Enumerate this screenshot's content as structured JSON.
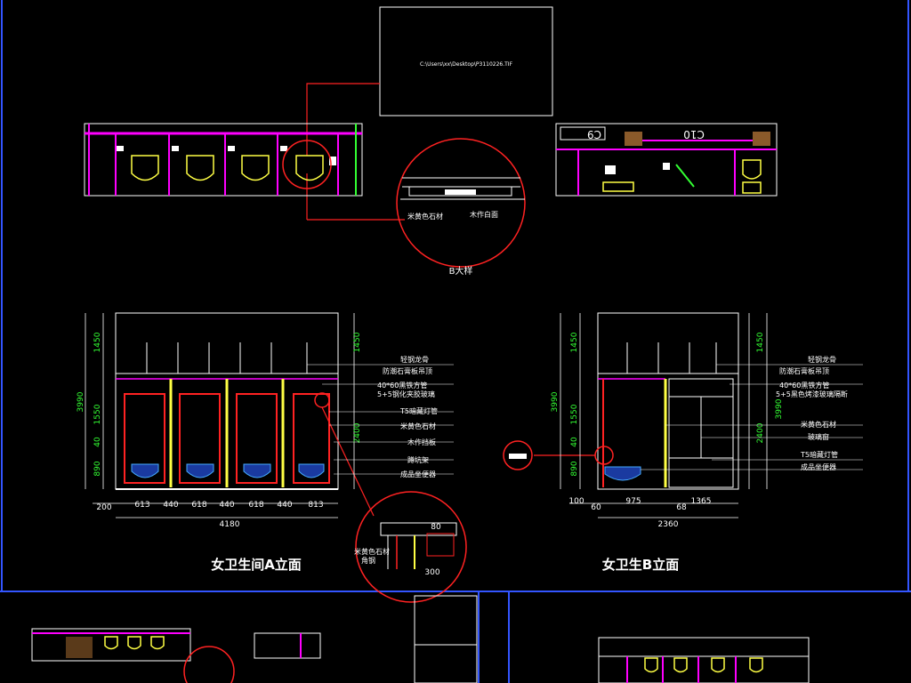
{
  "file_path": "C:\\Users\\xx\\Desktop\\P3110226.TIF",
  "plan_tags": {
    "left": "C9",
    "right": "C10"
  },
  "detail_title": "B大样",
  "detail_labels": [
    "米黄色石材",
    "木作白面"
  ],
  "elevation_a": {
    "title": "女卫生间A立面",
    "annotations": [
      "轻钢龙骨",
      "防潮石膏板吊顶",
      "40*60黑铁方管",
      "5+5钢化夹胶玻璃",
      "T5暗藏灯管",
      "米黄色石材",
      "木作挡板",
      "蹲坑架",
      "成品坐便器"
    ],
    "heights_left": [
      "1450",
      "3990",
      "1550",
      "40",
      "890"
    ],
    "height_right": "2400",
    "bottom_dims": [
      "200",
      "613",
      "440",
      "618",
      "440",
      "618",
      "440",
      "813"
    ],
    "total": "4180",
    "zoom_labels": [
      "米黄色石材",
      "角钢"
    ],
    "zoom_dims": [
      "80",
      "300"
    ]
  },
  "elevation_b": {
    "title": "女卫生B立面",
    "annotations": [
      "轻钢龙骨",
      "防潮石膏板吊顶",
      "40*60黑铁方管",
      "5+5黑色烤漆玻璃隔断",
      "米黄色石材",
      "玻璃窗",
      "T5暗藏灯管",
      "成品坐便器"
    ],
    "heights_left": [
      "1450",
      "3990",
      "1550",
      "40",
      "890"
    ],
    "heights_right": [
      "1450",
      "3990",
      "2400"
    ],
    "bottom_dims": [
      "100",
      "60",
      "975",
      "68",
      "1365"
    ],
    "total": "2360"
  },
  "colors": {
    "background": "#000000",
    "highlight": "#ff0000",
    "dimension": "#33ff33",
    "magenta": "#ff00ff",
    "yellow": "#ffff00",
    "frame": "#3355ff"
  }
}
